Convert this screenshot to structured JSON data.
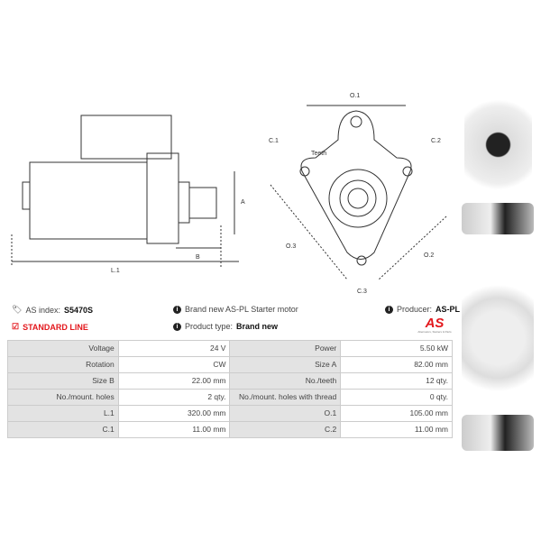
{
  "diagram_labels": {
    "l1": "L.1",
    "a": "A",
    "b": "B",
    "o1": "O.1",
    "o2": "O.2",
    "o3": "O.3",
    "c1": "C.1",
    "c2": "C.2",
    "c3": "C.3",
    "teeth": "Teeth"
  },
  "info": {
    "as_index_label": "AS index:",
    "as_index_value": "S5470S",
    "standard_line": "STANDARD LINE",
    "description": "Brand new AS-PL Starter motor",
    "product_type_label": "Product type:",
    "product_type_value": "Brand new",
    "producer_label": "Producer:",
    "producer_value": "AS-PL",
    "logo_text": "AS",
    "logo_tagline": "Alternators, Starters & Parts"
  },
  "specs": [
    [
      "Voltage",
      "24 V",
      "Power",
      "5.50 kW"
    ],
    [
      "Rotation",
      "CW",
      "Size A",
      "82.00 mm"
    ],
    [
      "Size B",
      "22.00 mm",
      "No./teeth",
      "12 qty."
    ],
    [
      "No./mount. holes",
      "2 qty.",
      "No./mount. holes with thread",
      "0 qty."
    ],
    [
      "L.1",
      "320.00 mm",
      "O.1",
      "105.00 mm"
    ],
    [
      "C.1",
      "11.00 mm",
      "C.2",
      "11.00 mm"
    ]
  ],
  "colors": {
    "accent": "#e3171c"
  }
}
